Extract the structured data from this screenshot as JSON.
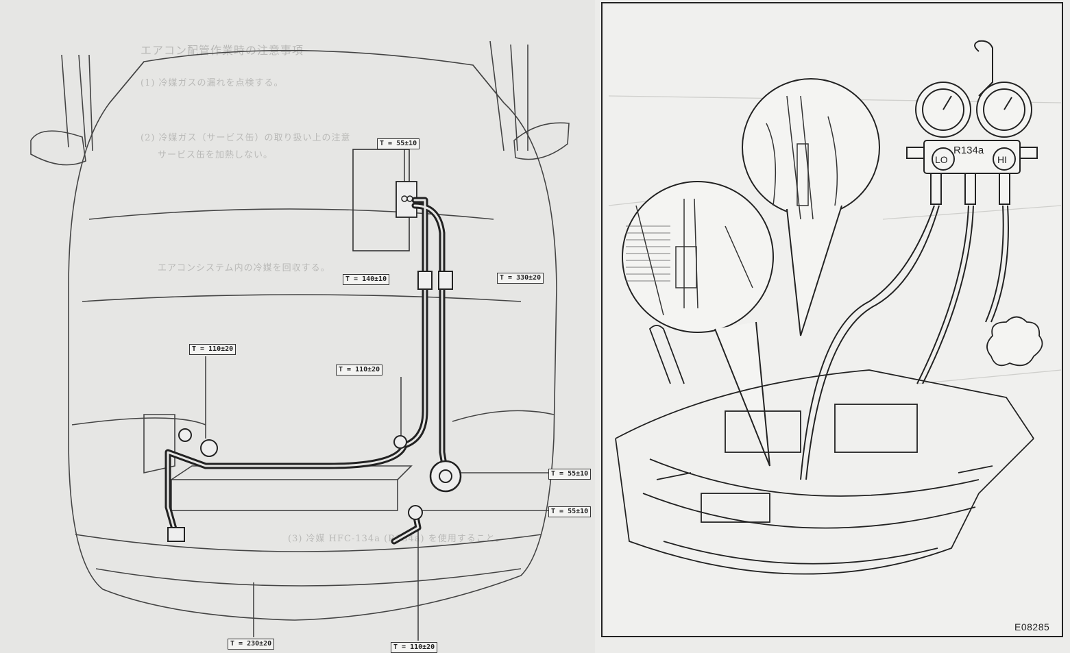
{
  "left_page": {
    "torque_labels": [
      {
        "id": "t1",
        "text": "T = 55±10"
      },
      {
        "id": "t2",
        "text": "T = 140±10"
      },
      {
        "id": "t3",
        "text": "T = 330±20"
      },
      {
        "id": "t4",
        "text": "T = 110±20"
      },
      {
        "id": "t5",
        "text": "T = 110±20"
      },
      {
        "id": "t6",
        "text": "T = 55±10"
      },
      {
        "id": "t7",
        "text": "T = 55±10"
      },
      {
        "id": "t8",
        "text": "T = 230±20"
      },
      {
        "id": "t9",
        "text": "T = 110±20"
      }
    ],
    "bleed_through_lines": [
      "エアコン配管作業時の注意事項",
      "(1) 冷媒ガスの漏れを点検する。",
      "(2) 冷媒ガス（サービス缶）の取り扱い上の注意",
      "サービス缶を加熱しない。",
      "エアコンシステム内の冷媒を回収する。",
      "(3) 冷媒 HFC-134a (R134a) を使用すること。"
    ]
  },
  "right_page": {
    "gauge": {
      "label": "R134a",
      "low_label": "LO",
      "high_label": "HI"
    },
    "figure_code": "E08285"
  }
}
